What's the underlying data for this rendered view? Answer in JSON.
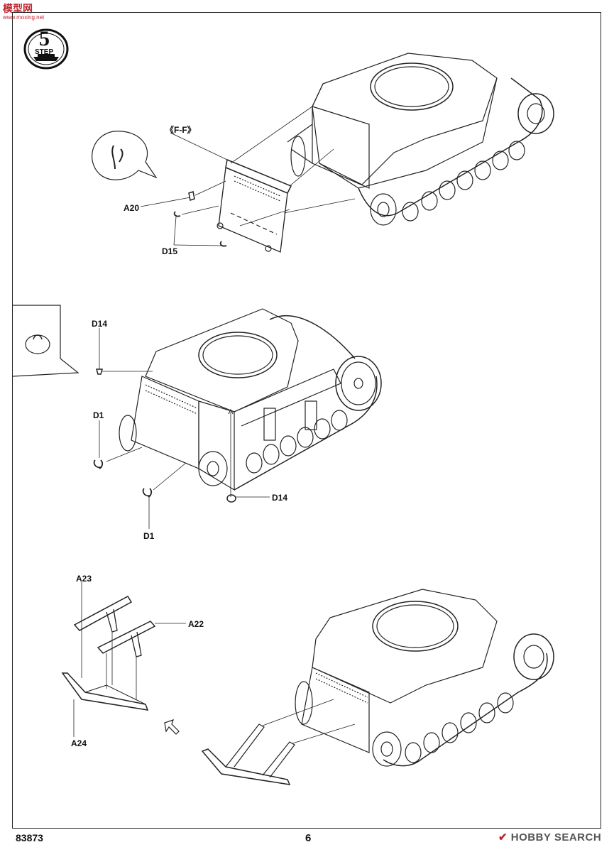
{
  "watermark": {
    "main": "模型网",
    "sub": "www.moxing.net"
  },
  "step": {
    "number": "5",
    "label": "STEP"
  },
  "section1": {
    "section_label": "《F-F》",
    "parts": {
      "a20": "A20",
      "d15": "D15"
    }
  },
  "section2": {
    "parts": {
      "d14_top": "D14",
      "d1_left": "D1",
      "d14_bottom": "D14",
      "d1_bottom": "D1"
    }
  },
  "section3": {
    "parts": {
      "a23": "A23",
      "a22": "A22",
      "a24": "A24"
    }
  },
  "footer": {
    "kit_number": "83873",
    "page_number": "6",
    "brand": "HOBBY SEARCH"
  }
}
